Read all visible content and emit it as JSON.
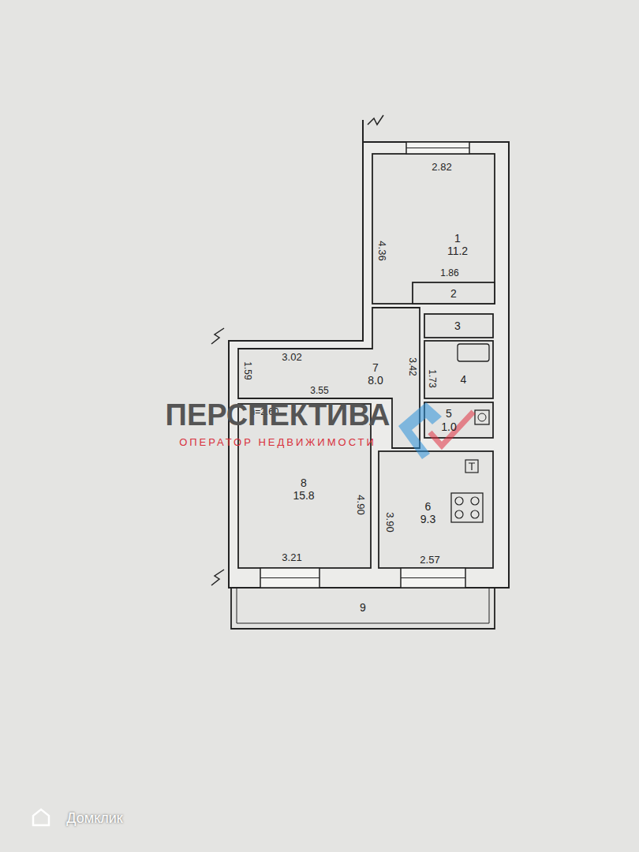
{
  "diagram": {
    "nodes": [
      {
        "text": [
          "1",
          "11.2"
        ]
      },
      {
        "text": [
          "2"
        ]
      },
      {
        "text": [
          "3"
        ]
      },
      {
        "text": [
          "7",
          "8.0"
        ]
      },
      {
        "text": [
          "4"
        ]
      },
      {
        "text": [
          "5",
          "1.0"
        ]
      },
      {
        "text": [
          "8",
          "15.8"
        ]
      },
      {
        "text": [
          "6",
          "9.3"
        ]
      },
      {
        "text": [
          "9"
        ]
      }
    ],
    "labels": [
      "2.82",
      "4.36",
      "1.86",
      "3.02",
      "1.59",
      "3.55",
      "h=2.60",
      "3.42",
      "1.73",
      "4.90",
      "3.90",
      "3.21",
      "2.57",
      "ПЕРСПЕКТИВА",
      "ОПЕРАТОР НЕДВИЖИМОСТИ",
      "Домклик"
    ]
  }
}
